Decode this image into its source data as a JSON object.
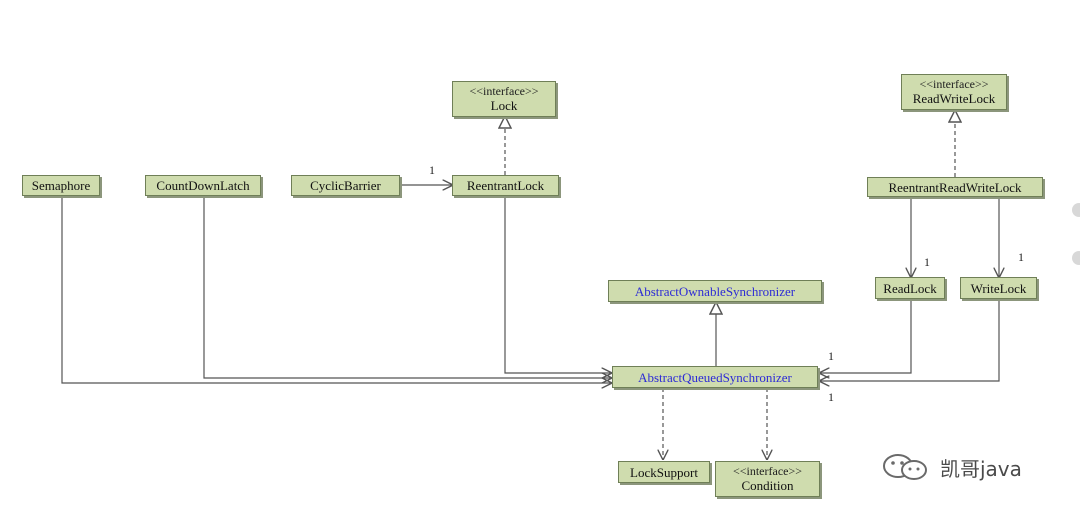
{
  "diagram": {
    "classes": {
      "lock_interface": {
        "stereotype": "<<interface>>",
        "name": "Lock"
      },
      "readwritelock_interface": {
        "stereotype": "<<interface>>",
        "name": "ReadWriteLock"
      },
      "semaphore": {
        "name": "Semaphore"
      },
      "countdownlatch": {
        "name": "CountDownLatch"
      },
      "cyclicbarrier": {
        "name": "CyclicBarrier"
      },
      "reentrantlock": {
        "name": "ReentrantLock"
      },
      "reentrantreadwritelock": {
        "name": "ReentrantReadWriteLock"
      },
      "readlock": {
        "name": "ReadLock"
      },
      "writelock": {
        "name": "WriteLock"
      },
      "aos": {
        "name": "AbstractOwnableSynchronizer"
      },
      "aqs": {
        "name": "AbstractQueuedSynchronizer"
      },
      "locksupport": {
        "name": "LockSupport"
      },
      "condition_interface": {
        "stereotype": "<<interface>>",
        "name": "Condition"
      }
    },
    "multiplicities": {
      "cyclicbarrier_reentrantlock": "1",
      "rrwl_readlock": "1",
      "rrwl_writelock": "1",
      "readlock_aqs": "1",
      "writelock_aqs": "1"
    }
  },
  "watermark": {
    "text": "凯哥java",
    "icon": "wechat-icon"
  },
  "colors": {
    "box_fill": "#cfdcae",
    "box_border": "#6f7f57",
    "abstract_text": "#2d2bd6",
    "line": "#555555"
  }
}
